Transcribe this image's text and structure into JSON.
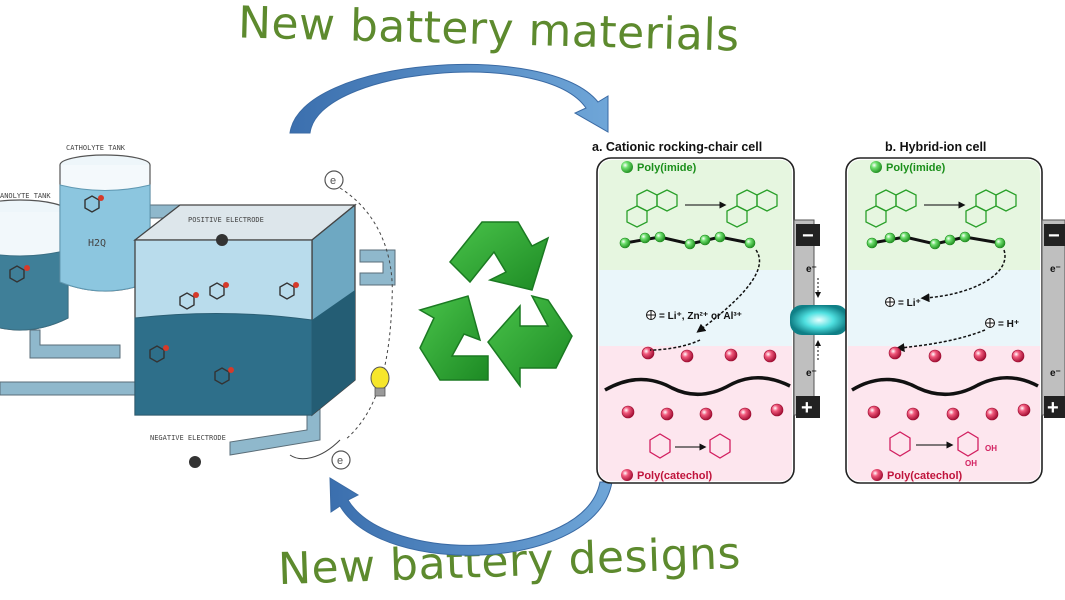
{
  "titles": {
    "top": "New battery materials",
    "bottom": "New battery designs"
  },
  "sketch": {
    "catholyte_label": "CATHOLYTE TANK",
    "anolyte_label": "ANOLYTE TANK",
    "hq_label": "H2Q",
    "positive_label": "POSITIVE ELECTRODE",
    "negative_label": "NEGATIVE ELECTRODE",
    "electron_label": "e"
  },
  "panel_a": {
    "title": "a. Cationic rocking-chair cell",
    "top_polymer": "Poly(imide)",
    "ion_label": "= Li⁺, Zn²⁺ or Al³⁺",
    "bottom_polymer": "Poly(catechol)",
    "electron_top": "e⁻",
    "electron_bottom": "e⁻",
    "minus": "−",
    "plus": "+"
  },
  "panel_b": {
    "title": "b. Hybrid-ion cell",
    "top_polymer": "Poly(imide)",
    "ion_li": "= Li⁺",
    "ion_h": "= H⁺",
    "bottom_polymer": "Poly(catechol)",
    "electron_top": "e⁻",
    "electron_bottom": "e⁻",
    "oh_label": "OH",
    "minus": "−",
    "plus": "+"
  },
  "icons": {
    "recycle": "recycle-icon",
    "lightbulb": "lightbulb-icon",
    "arrow_top": "curved-arrow-icon",
    "arrow_bottom": "curved-arrow-icon"
  },
  "colors": {
    "title_green": "#5d8a2e",
    "recycle_green": "#2fa52f",
    "arrow_blue": "#4f88c6",
    "electrolyte_blue": "#a8d4e8",
    "polymer_green": "#e6f6e0",
    "polymer_red": "#fde6ee",
    "oxidized_red": "#d41e4e",
    "reduced_green": "#3cbf3c"
  }
}
